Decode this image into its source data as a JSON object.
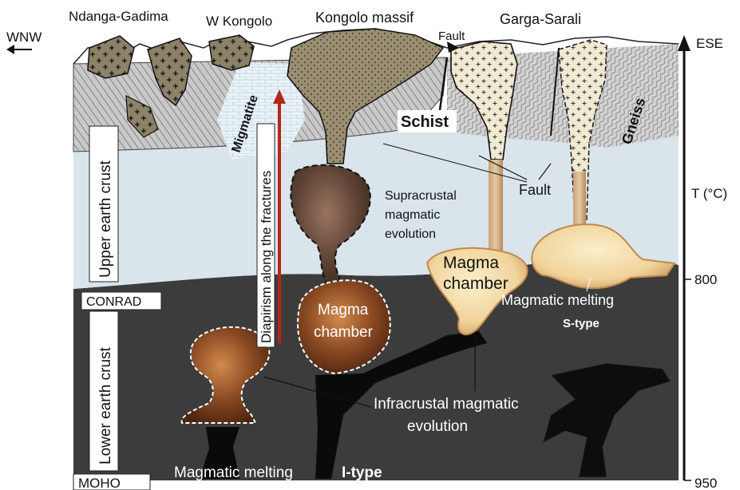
{
  "direction": {
    "west": "WNW",
    "east": "ESE"
  },
  "top_labels": {
    "ndanga_gadima": "Ndanga-Gadima",
    "w_kongolo": "W Kongolo",
    "kongolo_massif": "Kongolo massif",
    "garga_sarali": "Garga-Sarali",
    "fault_top": "Fault"
  },
  "rock_labels": {
    "migmatite": "Migmatite",
    "schist": "Schist",
    "gneiss": "Gneiss",
    "fault_mid": "Fault",
    "diapirism": "Diapirism along the fractures"
  },
  "crust_labels": {
    "upper": "Upper earth crust",
    "lower": "Lower earth crust",
    "conrad": "CONRAD",
    "moho": "MOHO"
  },
  "process_labels": {
    "supracrustal_1": "Supracrustal",
    "supracrustal_2": "magmatic",
    "supracrustal_3": "evolution",
    "chamber_center_1": "Magma",
    "chamber_center_2": "chamber",
    "chamber_right_1": "Magma",
    "chamber_right_2": "chamber",
    "melting_s": "Magmatic melting",
    "s_type": "S-type",
    "infracrustal_1": "Infracrustal magmatic",
    "infracrustal_2": "evolution",
    "melting_i": "Magmatic melting",
    "i_type": "I-type"
  },
  "temperature_axis": {
    "title": "T (°C)",
    "ticks": [
      "800",
      "950"
    ]
  },
  "colors": {
    "sky": "#dde7ee",
    "upper_crust": "#d8e3ea",
    "lower_crust": "#3d3d3d",
    "schist": "#bdbdbd",
    "granite_brown": "#8b7b5e",
    "granite_khaki": "#9e9378",
    "s_type_magma": "#f2dba6",
    "i_type_magma": "#6b3b1f"
  }
}
